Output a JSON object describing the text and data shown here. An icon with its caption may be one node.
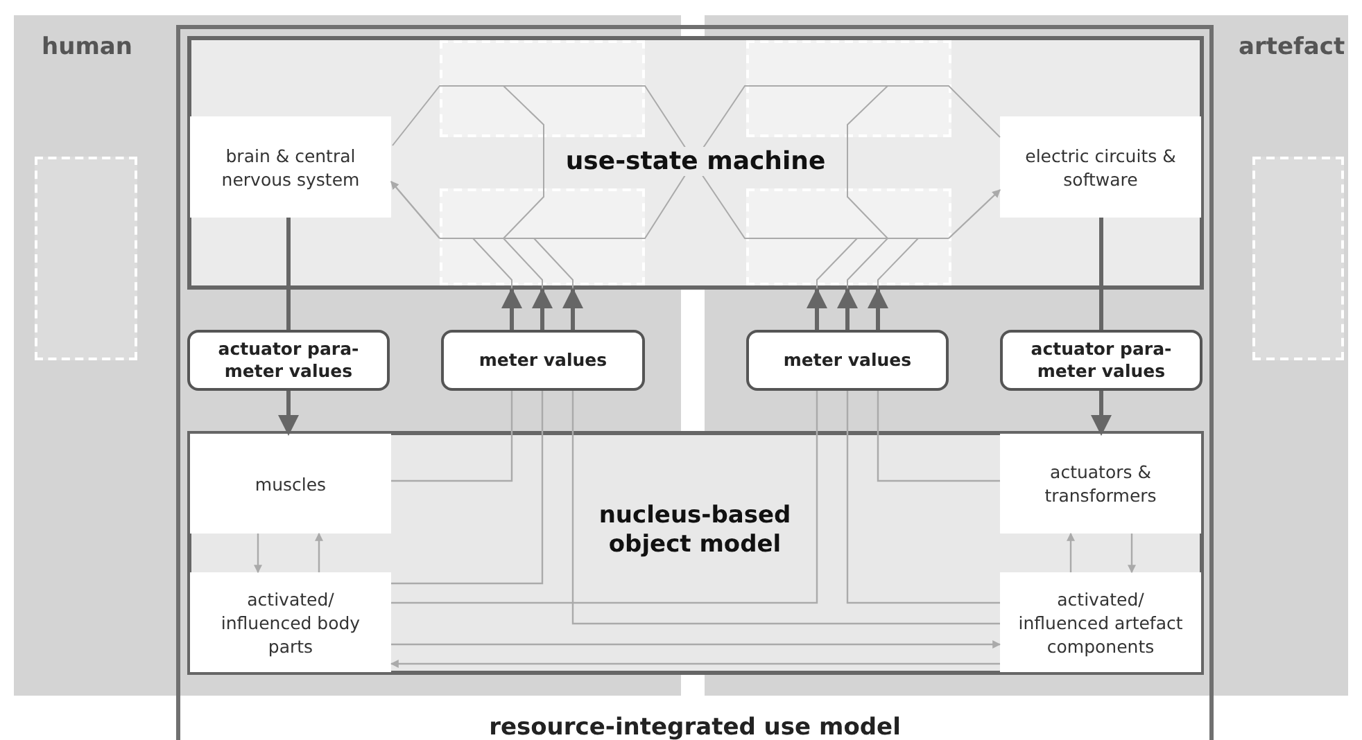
{
  "diagram": {
    "nodes": [
      {
        "text": [
          "resource-integrated use model"
        ]
      },
      {
        "text": [
          "use-state machine"
        ],
        "in": 0
      },
      {
        "text": [
          "brain & central nervous system"
        ],
        "in": 1
      },
      {
        "text": [
          "electric circuits & software"
        ],
        "in": 1
      },
      {
        "text": [
          "actuator para- meter values"
        ],
        "in": 0
      },
      {
        "text": [
          "meter values"
        ],
        "in": 0
      },
      {
        "text": [
          "meter values"
        ],
        "in": 0
      },
      {
        "text": [
          "actuator para- meter values"
        ],
        "in": 0
      },
      {
        "text": [
          "nucleus-based object model"
        ],
        "in": 0
      },
      {
        "text": [
          "muscles"
        ],
        "in": 8
      },
      {
        "text": [
          "activated/ influenced body parts"
        ],
        "in": 8
      },
      {
        "text": [
          "actuators & transformers"
        ],
        "in": 8
      },
      {
        "text": [
          "activated/ influenced artefact components"
        ],
        "in": 8
      },
      {
        "text": [],
        "shape": "octagon",
        "in": 1
      },
      {
        "text": [],
        "shape": "octagon",
        "in": 1
      }
    ],
    "edges": [
      {
        "from": 13,
        "to": 2,
        "arrow": "to"
      },
      {
        "from": 14,
        "to": 3,
        "arrow": "to"
      },
      {
        "from": 5,
        "to": 1,
        "arrow": "to",
        "style": "thick",
        "color": "#666666"
      },
      {
        "from": 5,
        "to": 1,
        "arrow": "to",
        "style": "thick",
        "color": "#666666"
      },
      {
        "from": 5,
        "to": 1,
        "arrow": "to",
        "style": "thick",
        "color": "#666666"
      },
      {
        "from": 6,
        "to": 1,
        "arrow": "to",
        "style": "thick",
        "color": "#666666"
      },
      {
        "from": 6,
        "to": 1,
        "arrow": "to",
        "style": "thick",
        "color": "#666666"
      },
      {
        "from": 6,
        "to": 1,
        "arrow": "to",
        "style": "thick",
        "color": "#666666"
      },
      {
        "from": 2,
        "to": 4,
        "arrow": "none",
        "style": "thick",
        "color": "#666666"
      },
      {
        "from": 4,
        "to": 9,
        "arrow": "to",
        "style": "thick",
        "color": "#666666"
      },
      {
        "from": 3,
        "to": 7,
        "arrow": "none",
        "style": "thick",
        "color": "#666666"
      },
      {
        "from": 7,
        "to": 11,
        "arrow": "to",
        "style": "thick",
        "color": "#666666"
      },
      {
        "from": 5,
        "to": 9,
        "arrow": "none"
      },
      {
        "from": 5,
        "to": 10,
        "arrow": "none"
      },
      {
        "from": 5,
        "to": 12,
        "arrow": "none"
      },
      {
        "from": 6,
        "to": 11,
        "arrow": "none"
      },
      {
        "from": 6,
        "to": 12,
        "arrow": "none"
      },
      {
        "from": 6,
        "to": 10,
        "arrow": "none"
      },
      {
        "from": 10,
        "to": 12,
        "arrow": "to"
      },
      {
        "from": 12,
        "to": 10,
        "arrow": "to"
      },
      {
        "from": 9,
        "to": 10,
        "arrow": "to"
      },
      {
        "from": 10,
        "to": 9,
        "arrow": "to"
      },
      {
        "from": 12,
        "to": 11,
        "arrow": "to"
      },
      {
        "from": 11,
        "to": 12,
        "arrow": "to"
      }
    ],
    "labels": [
      "human",
      "artefact"
    ]
  }
}
